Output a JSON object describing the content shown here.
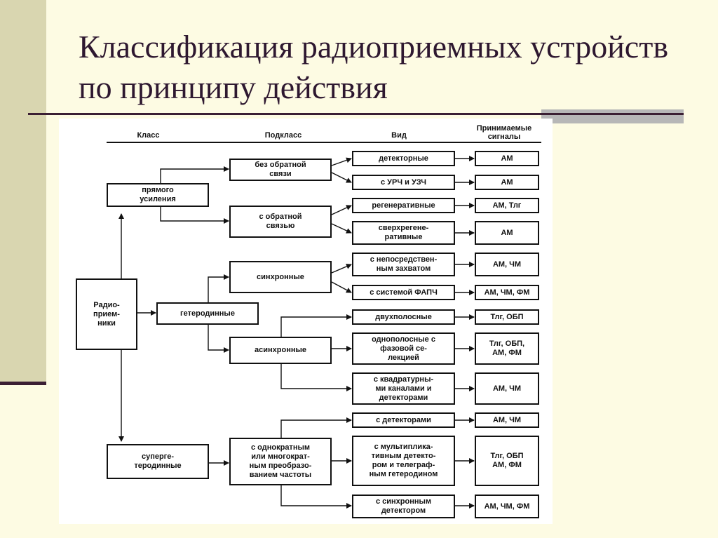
{
  "title": "Классификация радиоприемных устройств по принципу действия",
  "headers": {
    "class": "Класс",
    "subclass": "Подкласс",
    "type": "Вид",
    "signals": "Принимаемые\nсигналы"
  },
  "root": "Радио-\nприем-\nники",
  "classes": {
    "direct": "прямого\nусиления",
    "heterodyne": "гетеродинные",
    "superheterodyne": "суперге-\nтеродинные"
  },
  "subclasses": {
    "no_feedback": "без обратной\nсвязи",
    "feedback": "с обратной\nсвязью",
    "synchronous": "синхронные",
    "asynchronous": "асинхронные",
    "freq_conversion": "с однократным\nили многократ-\nным преобразо-\nванием частоты"
  },
  "types": [
    {
      "label": "детекторные",
      "signals": "АМ"
    },
    {
      "label": "с УРЧ и УЗЧ",
      "signals": "АМ"
    },
    {
      "label": "регенеративные",
      "signals": "АМ, Тлг"
    },
    {
      "label": "сверхрегене-\nративные",
      "signals": "АМ"
    },
    {
      "label": "с непосредствен-\nным захватом",
      "signals": "АМ, ЧМ"
    },
    {
      "label": "с системой ФАПЧ",
      "signals": "АМ, ЧМ, ФМ"
    },
    {
      "label": "двухполосные",
      "signals": "Тлг, ОБП"
    },
    {
      "label": "однополосные с\nфазовой се-\nлекцией",
      "signals": "Тлг, ОБП,\nАМ, ФМ"
    },
    {
      "label": "с квадратурны-\nми каналами и\nдетекторами",
      "signals": "АМ, ЧМ"
    },
    {
      "label": "с детекторами",
      "signals": "АМ, ЧМ"
    },
    {
      "label": "с мультиплика-\nтивным детекто-\nром и телеграф-\nным гетеродином",
      "signals": "Тлг, ОБП\nАМ, ФМ"
    },
    {
      "label": "с синхронным\nдетектором",
      "signals": "АМ, ЧМ, ФМ"
    }
  ]
}
